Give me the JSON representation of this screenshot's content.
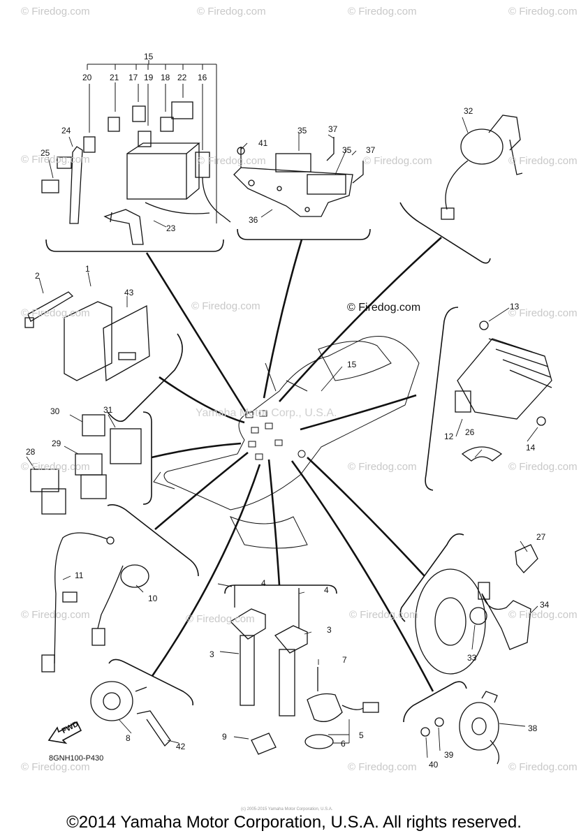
{
  "watermark": "© Firedog.com",
  "center_watermark": "Yamaha Motor Corp., U.S.A.",
  "mid_watermark": "© Firedog.com",
  "diagram_code": "8GNH100-P430",
  "fwd_label": "FWD",
  "copyright": "©2014 Yamaha Motor Corporation, U.S.A. All rights reserved.",
  "copyright_small": "(c) 2005-2015 Yamaha Motor Corporation, U.S.A.",
  "part_numbers": {
    "p15a": "15",
    "p20": "20",
    "p21": "21",
    "p17": "17",
    "p19": "19",
    "p18": "18",
    "p22": "22",
    "p16": "16",
    "p24": "24",
    "p25": "25",
    "p23": "23",
    "p41": "41",
    "p35a": "35",
    "p37a": "37",
    "p35b": "35",
    "p37b": "37",
    "p36": "36",
    "p32": "32",
    "p2": "2",
    "p1": "1",
    "p43": "43",
    "p13": "13",
    "p15b": "15",
    "p12": "12",
    "p26": "26",
    "p14": "14",
    "p30": "30",
    "p31": "31",
    "p28": "28",
    "p29": "29",
    "p11": "11",
    "p10": "10",
    "p4a": "4",
    "p4b": "4",
    "p3a": "3",
    "p3b": "3",
    "p7": "7",
    "p5": "5",
    "p6": "6",
    "p9": "9",
    "p27": "27",
    "p34": "34",
    "p33": "33",
    "p8": "8",
    "p42": "42",
    "p38": "38",
    "p39": "39",
    "p40": "40"
  }
}
